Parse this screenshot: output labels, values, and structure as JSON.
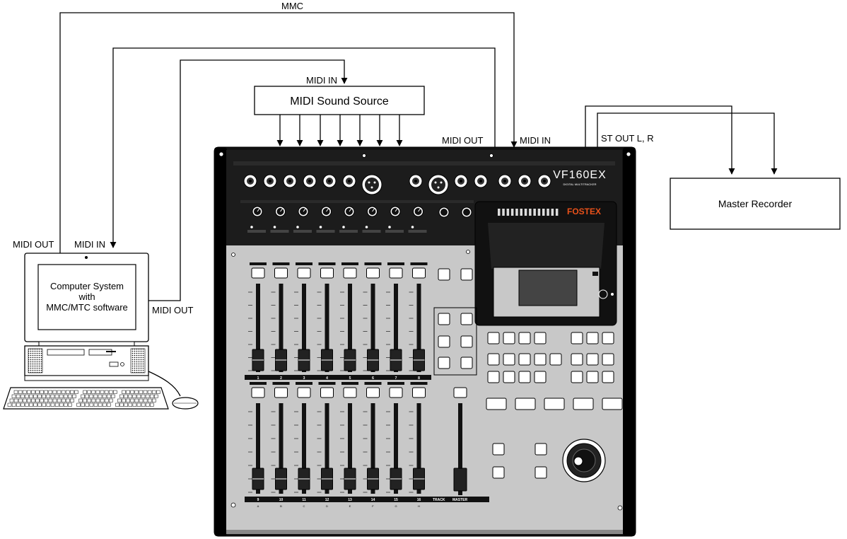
{
  "labels": {
    "mmc": "MMC",
    "midi_in_top": "MIDI IN",
    "sound_source": "MIDI Sound Source",
    "midi_out_right": "MIDI OUT",
    "midi_in_right": "MIDI IN",
    "st_out": "ST OUT L, R",
    "master_recorder": "Master Recorder",
    "midi_out_left": "MIDI OUT",
    "midi_in_left": "MIDI IN",
    "midi_out_computer": "MIDI OUT",
    "computer_line1": "Computer System",
    "computer_line2": "with",
    "computer_line3": "MMC/MTC software"
  },
  "device": {
    "brand": "FOSTEX",
    "model": "VF160EX",
    "model_sub": "DIGITAL MULTITRACKER",
    "upper_track_numbers": [
      "1",
      "2",
      "3",
      "4",
      "5",
      "6",
      "7",
      "8"
    ],
    "lower_track_numbers": [
      "9",
      "10",
      "11",
      "12",
      "13",
      "14",
      "15",
      "16"
    ],
    "lower_track_letters": [
      "A",
      "B",
      "C",
      "D",
      "E",
      "F",
      "G",
      "H"
    ],
    "track_label": "TRACK",
    "master_label": "MASTER"
  },
  "colors": {
    "line": "#000000",
    "panel_dark": "#1a1a1a",
    "panel_gray": "#c8c8c8",
    "brand_accent": "#e8511a"
  }
}
